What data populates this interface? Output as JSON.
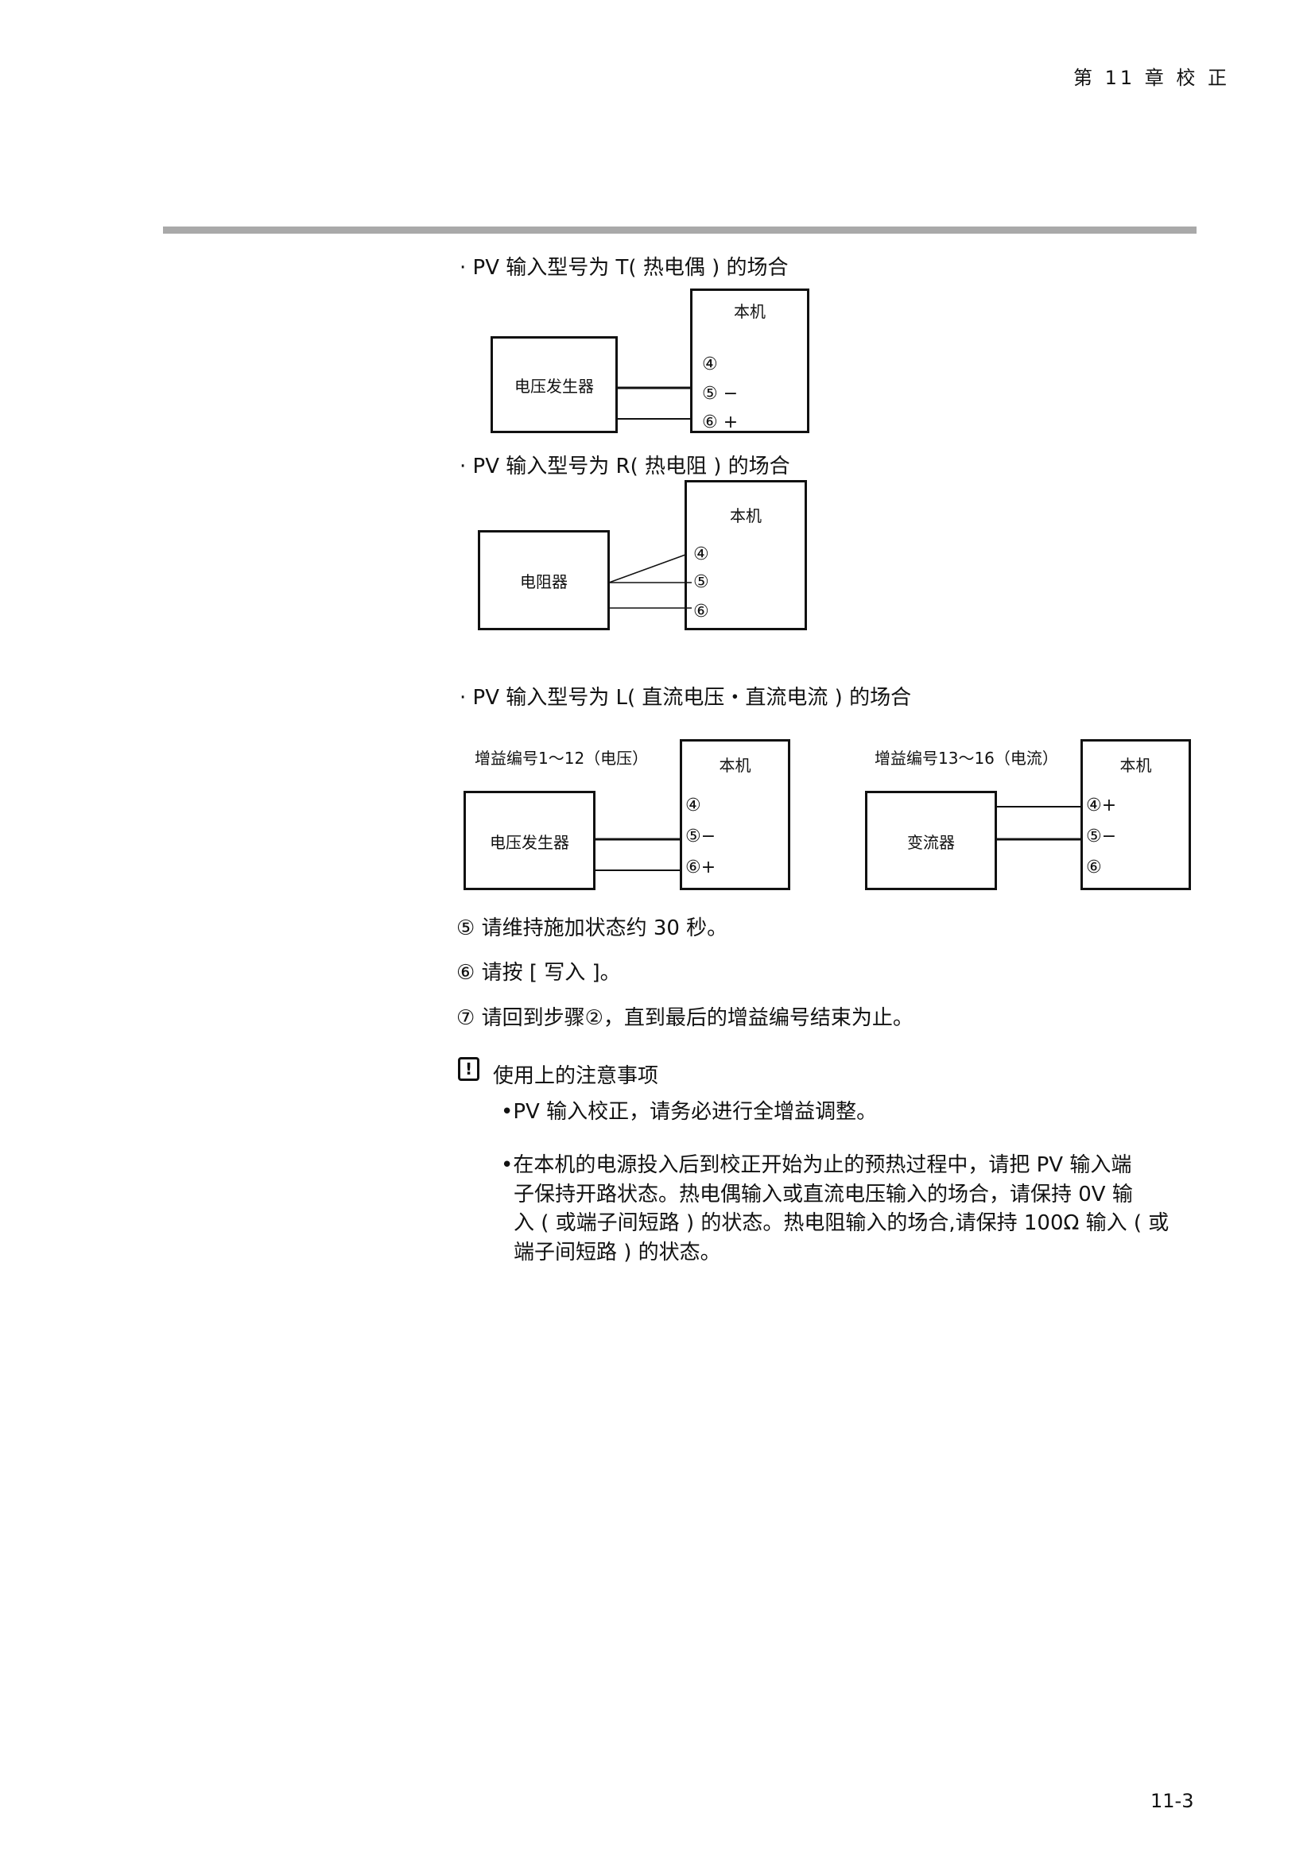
{
  "header": {
    "chapter": "第 11 章 校 正"
  },
  "sections": [
    {
      "title": "·  PV 输入型号为 T( 热电偶 ) 的场合",
      "unit_label": "本机",
      "source_label": "电压发生器",
      "terminals": [
        "④",
        "⑤  −",
        "⑥  +"
      ]
    },
    {
      "title": "·  PV 输入型号为 R( 热电阻 ) 的场合",
      "unit_label": "本机",
      "source_label": "电阻器",
      "terminals": [
        "④",
        "⑤",
        "⑥"
      ]
    },
    {
      "title": "·  PV 输入型号为 L( 直流电压・直流电流 ) 的场合",
      "left": {
        "caption": "增益编号1～12（电压）",
        "unit_label": "本机",
        "source_label": "电压发生器",
        "terminals": [
          "④",
          "⑤−",
          "⑥+"
        ]
      },
      "right": {
        "caption": "增益编号13～16（电流）",
        "unit_label": "本机",
        "source_label": "变流器",
        "terminals": [
          "④+",
          "⑤−",
          "⑥"
        ]
      }
    }
  ],
  "steps": [
    "⑤ 请维持施加状态约 30 秒。",
    "⑥ 请按 [ 写入 ]。",
    "⑦ 请回到步骤②，直到最后的增益编号结束为止。"
  ],
  "caution": {
    "icon": "!",
    "title": "使用上的注意事项",
    "bullet1": "•PV 输入校正，请务必进行全增益调整。",
    "bullet2_lines": [
      "•在本机的电源投入后到校正开始为止的预热过程中，请把 PV 输入端",
      "子保持开路状态。热电偶输入或直流电压输入的场合，请保持 0V 输",
      "入 ( 或端子间短路 ) 的状态。热电阻输入的场合,请保持 100Ω 输入 ( 或",
      "端子间短路 ) 的状态。"
    ]
  },
  "footer": {
    "page_number": "11-3"
  }
}
